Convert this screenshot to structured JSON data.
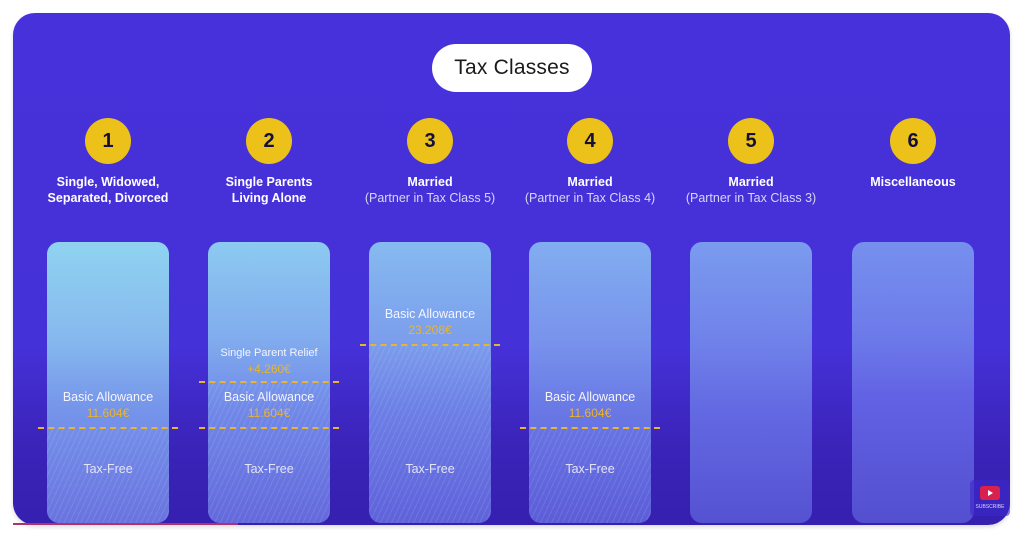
{
  "title": "Tax Classes",
  "colors": {
    "background": "#4731da",
    "circle": "#ecc21a",
    "dash": "#e9b52f",
    "value_text": "#e9b52f",
    "pill": "#ffffff"
  },
  "classes": [
    {
      "number": "1",
      "name": "Single, Widowed, Separated, Divorced",
      "sub": "",
      "allowance_title": "Basic Allowance",
      "allowance_value": "11.604€",
      "relief_title": "",
      "relief_value": "",
      "tax_free": "Tax-Free"
    },
    {
      "number": "2",
      "name": "Single Parents Living Alone",
      "sub": "",
      "allowance_title": "Basic Allowance",
      "allowance_value": "11.604€",
      "relief_title": "Single Parent Relief",
      "relief_value": "+4.260€",
      "tax_free": "Tax-Free"
    },
    {
      "number": "3",
      "name": "Married",
      "sub": "(Partner in Tax Class 5)",
      "allowance_title": "Basic Allowance",
      "allowance_value": "23.208€",
      "relief_title": "",
      "relief_value": "",
      "tax_free": "Tax-Free"
    },
    {
      "number": "4",
      "name": "Married",
      "sub": "(Partner in Tax Class 4)",
      "allowance_title": "Basic Allowance",
      "allowance_value": "11.604€",
      "relief_title": "",
      "relief_value": "",
      "tax_free": "Tax-Free"
    },
    {
      "number": "5",
      "name": "Married",
      "sub": "(Partner in Tax Class 3)",
      "allowance_title": "",
      "allowance_value": "",
      "relief_title": "",
      "relief_value": "",
      "tax_free": ""
    },
    {
      "number": "6",
      "name": "Miscellaneous",
      "sub": "",
      "allowance_title": "",
      "allowance_value": "",
      "relief_title": "",
      "relief_value": "",
      "tax_free": ""
    }
  ],
  "subscribe": {
    "icon": "youtube-play-icon",
    "label": "SUBSCRIBE"
  }
}
